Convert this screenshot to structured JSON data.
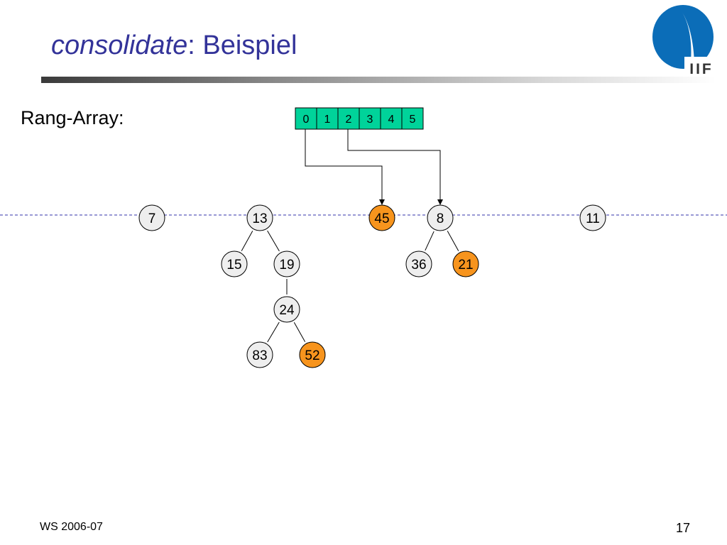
{
  "slide": {
    "title_italic": "consolidate",
    "title_rest": ": Beispiel",
    "array_label": "Rang-Array:",
    "footer_left": "WS 2006-07",
    "page_number": "17",
    "logo_text": "IIF"
  },
  "rank_array": {
    "cells": [
      "0",
      "1",
      "2",
      "3",
      "4",
      "5"
    ],
    "cell_color": "#00d39a",
    "pointers": [
      {
        "from_cell": "0",
        "to_node": "45"
      },
      {
        "from_cell": "2",
        "to_node": "8"
      }
    ]
  },
  "colors": {
    "node_fill": "#eeeeee",
    "highlight_fill": "#f7941d",
    "rootlist_line": "#3333aa",
    "title": "#333399",
    "logo": "#0b6db8"
  },
  "nodes": [
    {
      "id": "n7",
      "key": "7",
      "highlight": false
    },
    {
      "id": "n13",
      "key": "13",
      "highlight": false
    },
    {
      "id": "n45",
      "key": "45",
      "highlight": true
    },
    {
      "id": "n8",
      "key": "8",
      "highlight": false
    },
    {
      "id": "n11",
      "key": "11",
      "highlight": false
    },
    {
      "id": "n15",
      "key": "15",
      "highlight": false
    },
    {
      "id": "n19",
      "key": "19",
      "highlight": false
    },
    {
      "id": "n36",
      "key": "36",
      "highlight": false
    },
    {
      "id": "n21",
      "key": "21",
      "highlight": true
    },
    {
      "id": "n24",
      "key": "24",
      "highlight": false
    },
    {
      "id": "n83",
      "key": "83",
      "highlight": false
    },
    {
      "id": "n52",
      "key": "52",
      "highlight": true
    }
  ],
  "edges": [
    [
      "n13",
      "n15"
    ],
    [
      "n13",
      "n19"
    ],
    [
      "n19",
      "n24"
    ],
    [
      "n24",
      "n83"
    ],
    [
      "n24",
      "n52"
    ],
    [
      "n8",
      "n36"
    ],
    [
      "n8",
      "n21"
    ]
  ]
}
